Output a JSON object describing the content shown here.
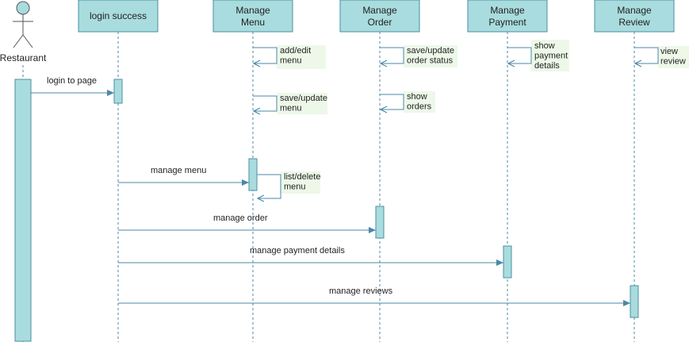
{
  "colors": {
    "box_fill": "#a9dcde",
    "box_stroke": "#4a8fa0",
    "line": "#4b88a8",
    "note_bg": "#edf8e9",
    "text": "#1f1f1f"
  },
  "actor": {
    "name": "Restaurant",
    "icon": "stick-figure-icon"
  },
  "lifelines": [
    {
      "id": "login",
      "line1": "login success",
      "line2": ""
    },
    {
      "id": "menu",
      "line1": "Manage",
      "line2": "Menu"
    },
    {
      "id": "order",
      "line1": "Manage",
      "line2": "Order"
    },
    {
      "id": "payment",
      "line1": "Manage",
      "line2": "Payment"
    },
    {
      "id": "review",
      "line1": "Manage",
      "line2": "Review"
    }
  ],
  "messages": [
    {
      "from": "actor",
      "to": "login",
      "label": "login to page"
    },
    {
      "from": "login",
      "to": "menu",
      "label": "manage menu"
    },
    {
      "from": "login",
      "to": "order",
      "label": "manage order"
    },
    {
      "from": "login",
      "to": "payment",
      "label": "manage payment details"
    },
    {
      "from": "login",
      "to": "review",
      "label": "manage reviews"
    }
  ],
  "self_messages": [
    {
      "lifeline": "menu",
      "lines": [
        "add/edit",
        "menu"
      ]
    },
    {
      "lifeline": "menu",
      "lines": [
        "save/update",
        "menu"
      ]
    },
    {
      "lifeline": "menu",
      "lines": [
        "list/delete",
        "menu"
      ]
    },
    {
      "lifeline": "order",
      "lines": [
        "save/update",
        "order status"
      ]
    },
    {
      "lifeline": "order",
      "lines": [
        "show",
        "orders"
      ]
    },
    {
      "lifeline": "payment",
      "lines": [
        "show",
        "payment",
        "details"
      ]
    },
    {
      "lifeline": "review",
      "lines": [
        "view",
        "review"
      ]
    }
  ]
}
